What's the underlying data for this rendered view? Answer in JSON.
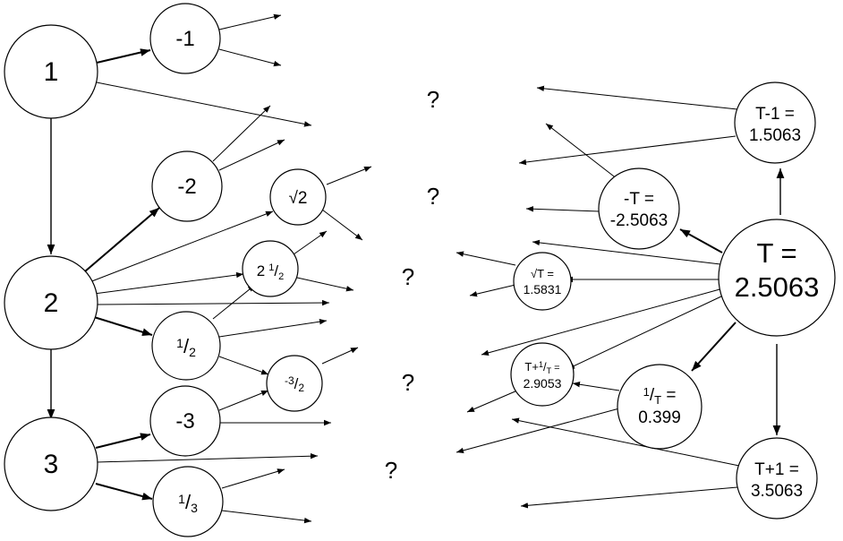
{
  "left_nodes": {
    "n1": "1",
    "n2": "2",
    "n3": "3",
    "neg1": "-1",
    "neg2": "-2",
    "sqrt2": "√2",
    "two_half_whole": "2",
    "two_half_num": "1",
    "two_half_den": "2",
    "half_num": "1",
    "half_den": "2",
    "neg3half_num": "-3",
    "neg3half_den": "2",
    "neg3": "-3",
    "third_num": "1",
    "third_den": "3"
  },
  "right_nodes": {
    "t_line1": "T =",
    "t_line2": "2.5063",
    "tminus1_line1": "T-1 =",
    "tminus1_line2": "1.5063",
    "negt_line1": "-T =",
    "negt_line2": "-2.5063",
    "sqrtt_line1": "√T =",
    "sqrtt_line2": "1.5831",
    "tplusinv_line1_a": "T+",
    "tplusinv_line1_b": "1",
    "tplusinv_line1_c": "/",
    "tplusinv_line1_d": "T",
    "tplusinv_line1_e": " =",
    "tplusinv_line2": "2.9053",
    "invt_line1_a": "1",
    "invt_line1_b": "/",
    "invt_line1_c": "T",
    "invt_line1_d": " =",
    "invt_line2": "0.399",
    "tplus1_line1": "T+1 =",
    "tplus1_line2": "3.5063"
  },
  "question_marks": [
    "?",
    "?",
    "?",
    "?",
    "?"
  ]
}
